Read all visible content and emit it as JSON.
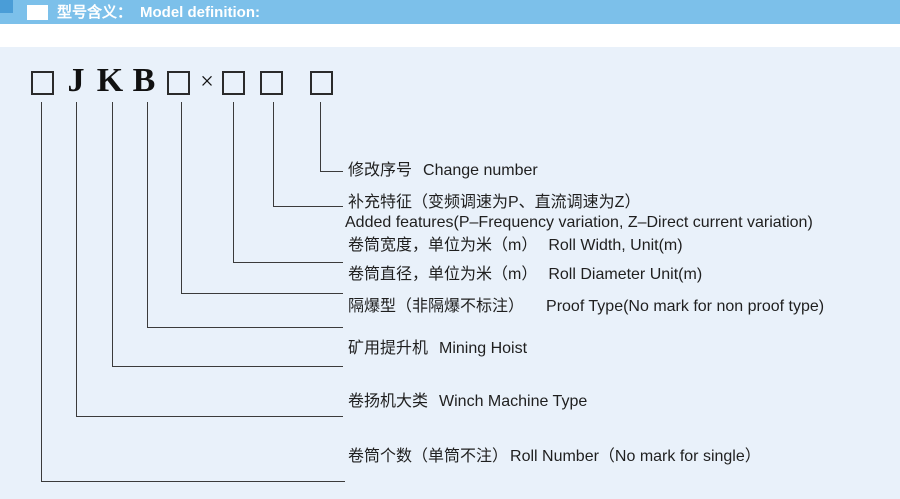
{
  "header": {
    "title_zh": "型号含义：",
    "title_en": "Model definition:",
    "marker_icon": "white-square-icon"
  },
  "model": {
    "letters": [
      "J",
      "K",
      "B"
    ],
    "separator": "×",
    "box_count": 5
  },
  "labels": [
    {
      "zh": "修改序号",
      "en": "Change number"
    },
    {
      "zh": "补充特征（变频调速为P、直流调速为Z）",
      "en": "Added features(P–Frequency variation, Z–Direct current variation)"
    },
    {
      "zh": "卷筒宽度，单位为米（m）",
      "en": "Roll Width, Unit(m)"
    },
    {
      "zh": "卷筒直径，单位为米（m）",
      "en": "Roll Diameter Unit(m)"
    },
    {
      "zh": "隔爆型（非隔爆不标注）",
      "en": "Proof Type(No mark for non proof type)"
    },
    {
      "zh": "矿用提升机",
      "en": "Mining Hoist"
    },
    {
      "zh": "卷扬机大类",
      "en": "Winch Machine Type"
    },
    {
      "zh": "卷筒个数（单筒不注）",
      "en": "Roll Number（No mark for single）"
    }
  ],
  "colors": {
    "bar": "#7cc0ea",
    "corner": "#4a9dd7",
    "bg": "#e9f1fa",
    "line": "#3b3b3b",
    "ink": "#1f1f1f"
  }
}
